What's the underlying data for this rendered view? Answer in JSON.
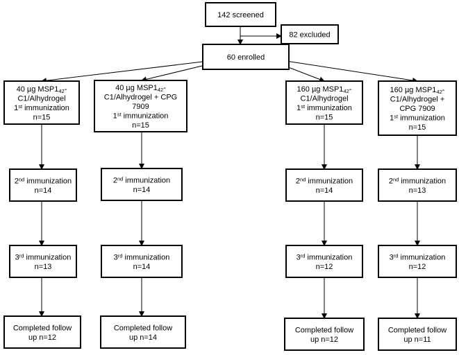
{
  "screened": {
    "lines": [
      [
        {
          "t": "142 screened"
        }
      ]
    ]
  },
  "excluded": {
    "lines": [
      [
        {
          "t": "82 excluded"
        }
      ]
    ]
  },
  "enrolled": {
    "lines": [
      [
        {
          "t": "60 enrolled"
        }
      ]
    ]
  },
  "arms": [
    {
      "boxes": [
        {
          "lines": [
            [
              {
                "t": "40 µg MSP1"
              },
              {
                "t": "42",
                "sub": true
              },
              {
                "t": "-"
              }
            ],
            [
              {
                "t": "C1/Alhydrogel"
              }
            ],
            [
              {
                "t": "1"
              },
              {
                "t": "st",
                "sup": true
              },
              {
                "t": " immunization"
              }
            ],
            [
              {
                "t": "n=15"
              }
            ]
          ]
        },
        {
          "lines": [
            [
              {
                "t": "2"
              },
              {
                "t": "nd",
                "sup": true
              },
              {
                "t": " immunization"
              }
            ],
            [
              {
                "t": "n=14"
              }
            ]
          ]
        },
        {
          "lines": [
            [
              {
                "t": "3"
              },
              {
                "t": "rd",
                "sup": true
              },
              {
                "t": " immunization"
              }
            ],
            [
              {
                "t": "n=13"
              }
            ]
          ]
        },
        {
          "lines": [
            [
              {
                "t": "Completed follow"
              }
            ],
            [
              {
                "t": "up n=12"
              }
            ]
          ]
        }
      ]
    },
    {
      "boxes": [
        {
          "lines": [
            [
              {
                "t": "40 µg MSP1"
              },
              {
                "t": "42",
                "sub": true
              },
              {
                "t": "-"
              }
            ],
            [
              {
                "t": "C1/Alhydrogel + CPG"
              }
            ],
            [
              {
                "t": "7909"
              }
            ],
            [
              {
                "t": "1"
              },
              {
                "t": "st",
                "sup": true
              },
              {
                "t": " immunization"
              }
            ],
            [
              {
                "t": "n=15"
              }
            ]
          ]
        },
        {
          "lines": [
            [
              {
                "t": "2"
              },
              {
                "t": "nd",
                "sup": true
              },
              {
                "t": " immunization"
              }
            ],
            [
              {
                "t": "n=14"
              }
            ]
          ]
        },
        {
          "lines": [
            [
              {
                "t": "3"
              },
              {
                "t": "rd",
                "sup": true
              },
              {
                "t": " immunization"
              }
            ],
            [
              {
                "t": "n=14"
              }
            ]
          ]
        },
        {
          "lines": [
            [
              {
                "t": "Completed follow"
              }
            ],
            [
              {
                "t": "up n=14"
              }
            ]
          ]
        }
      ]
    },
    {
      "boxes": [
        {
          "lines": [
            [
              {
                "t": "160 µg MSP1"
              },
              {
                "t": "42",
                "sub": true
              },
              {
                "t": "-"
              }
            ],
            [
              {
                "t": "C1/Alhydrogel"
              }
            ],
            [
              {
                "t": "1"
              },
              {
                "t": "st",
                "sup": true
              },
              {
                "t": " immunization"
              }
            ],
            [
              {
                "t": "n=15"
              }
            ]
          ]
        },
        {
          "lines": [
            [
              {
                "t": "2"
              },
              {
                "t": "nd",
                "sup": true
              },
              {
                "t": " immunization"
              }
            ],
            [
              {
                "t": "n=14"
              }
            ]
          ]
        },
        {
          "lines": [
            [
              {
                "t": "3"
              },
              {
                "t": "rd",
                "sup": true
              },
              {
                "t": " immunization"
              }
            ],
            [
              {
                "t": "n=12"
              }
            ]
          ]
        },
        {
          "lines": [
            [
              {
                "t": "Completed follow"
              }
            ],
            [
              {
                "t": "up n=12"
              }
            ]
          ]
        }
      ]
    },
    {
      "boxes": [
        {
          "lines": [
            [
              {
                "t": "160 µg MSP1"
              },
              {
                "t": "42",
                "sub": true
              },
              {
                "t": "-"
              }
            ],
            [
              {
                "t": "C1/Alhydrogel +"
              }
            ],
            [
              {
                "t": "CPG 7909"
              }
            ],
            [
              {
                "t": "1"
              },
              {
                "t": "st",
                "sup": true
              },
              {
                "t": " immunization"
              }
            ],
            [
              {
                "t": "n=15"
              }
            ]
          ]
        },
        {
          "lines": [
            [
              {
                "t": "2"
              },
              {
                "t": "nd",
                "sup": true
              },
              {
                "t": " immunization"
              }
            ],
            [
              {
                "t": "n=13"
              }
            ]
          ]
        },
        {
          "lines": [
            [
              {
                "t": "3"
              },
              {
                "t": "rd",
                "sup": true
              },
              {
                "t": " immunization"
              }
            ],
            [
              {
                "t": "n=12"
              }
            ]
          ]
        },
        {
          "lines": [
            [
              {
                "t": "Completed follow"
              }
            ],
            [
              {
                "t": "up n=11"
              }
            ]
          ]
        }
      ]
    }
  ]
}
